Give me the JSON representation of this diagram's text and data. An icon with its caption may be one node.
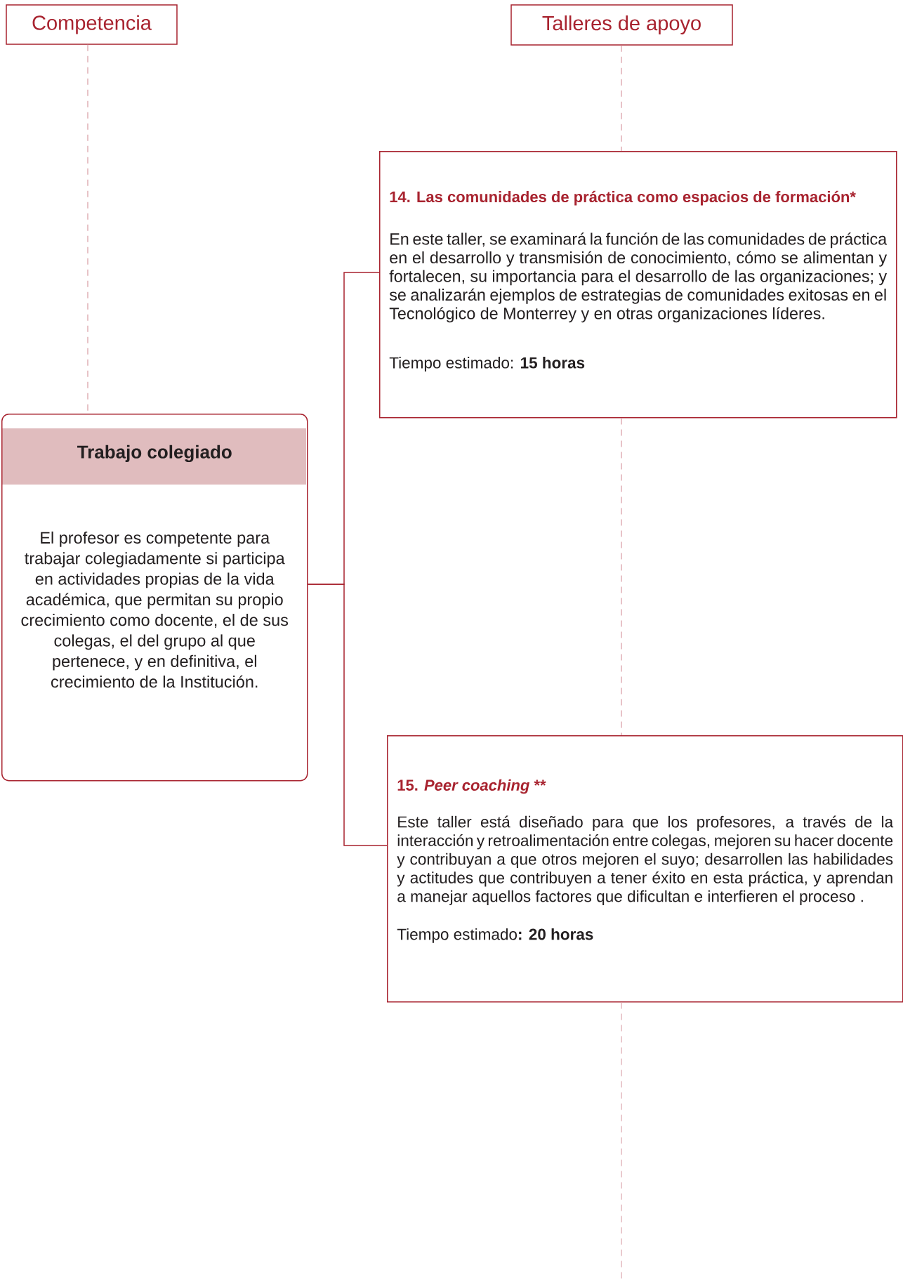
{
  "diagram": {
    "nodes": [
      {
        "text": [
          "Competencia"
        ]
      },
      {
        "text": [
          "Talleres de apoyo"
        ]
      },
      {
        "text": [
          "Trabajo colegiado",
          "El profesor es competente para trabajar colegiadamente si participa en actividades propias de la vida académica, que permitan su propio crecimiento como docente, el de sus colegas, el del grupo al que pertenece, y en definitiva, el crecimiento de la Institución."
        ]
      },
      {
        "text": [
          "14. Las comunidades de práctica como espacios de formación*",
          "En este taller, se examinará la función de las comunidades de práctica en el desarrollo y transmisión de conocimiento, cómo se alimentan y fortalecen, su importancia para el desarrollo de las organizaciones; y se analizarán ejemplos de estrategias de comunidades exitosas en el Tecnológico de Monterrey y en otras organizaciones líderes.",
          "Tiempo estimado: **15 horas**"
        ]
      },
      {
        "text": [
          "15. *Peer coaching* **",
          "Este taller está diseñado para que los profesores, a través de la interacción y retroalimentación entre colegas, mejoren su hacer docente y contribuyan a que otros mejoren el suyo; desarrollen las habilidades y actitudes que contribuyen a tener éxito en esta práctica, y aprendan a manejar aquellos factores que dificultan e interfieren el proceso .",
          "Tiempo estimado**: 20 horas**"
        ]
      }
    ],
    "edges": [
      {
        "from": 0,
        "to": 2,
        "arrow": "none",
        "style": "dashed",
        "color": "#dba3aa"
      },
      {
        "from": 1,
        "to": 3,
        "arrow": "none",
        "style": "dashed",
        "color": "#dba3aa"
      },
      {
        "from": 3,
        "to": 4,
        "arrow": "none",
        "style": "dashed",
        "color": "#dba3aa"
      },
      {
        "from": 4,
        "to": null,
        "arrow": "none",
        "style": "dashed",
        "color": "#dba3aa"
      },
      {
        "from": 2,
        "to": 3,
        "arrow": "none",
        "color": "#a8232f"
      },
      {
        "from": 2,
        "to": 4,
        "arrow": "none",
        "color": "#a8232f"
      }
    ]
  }
}
